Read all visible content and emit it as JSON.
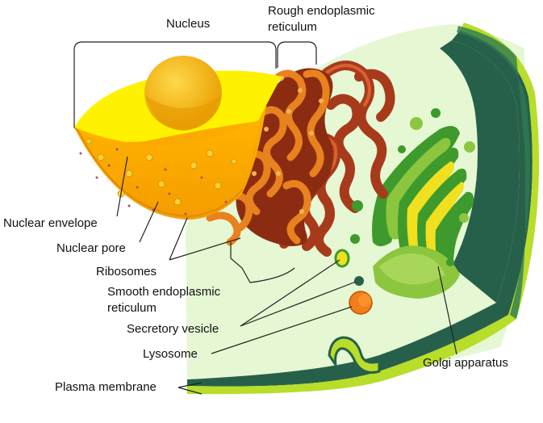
{
  "diagram": {
    "labels": {
      "nucleus": "Nucleus",
      "rough_er_line1": "Rough endoplasmic",
      "rough_er_line2": "reticulum",
      "nuclear_envelope": "Nuclear envelope",
      "nuclear_pore": "Nuclear pore",
      "ribosomes": "Ribosomes",
      "smooth_er_line1": "Smooth endoplasmic",
      "smooth_er_line2": "reticulum",
      "secretory_vesicle": "Secretory vesicle",
      "lysosome": "Lysosome",
      "golgi": "Golgi apparatus",
      "plasma_membrane": "Plasma membrane"
    },
    "colors": {
      "nucleus_yellow": "#fff200",
      "nucleus_orange": "#f5a300",
      "nucleolus": "#f7b500",
      "rough_er": "#e8821e",
      "rough_er_dark": "#8b2c12",
      "smooth_er": "#a83a1c",
      "golgi_green": "#3e9a2c",
      "golgi_yellow": "#f0e020",
      "cytoplasm": "#e6f7d4",
      "membrane_dark": "#27604a",
      "membrane_light": "#b8dd2a",
      "lysosome": "#f07e1c"
    }
  }
}
